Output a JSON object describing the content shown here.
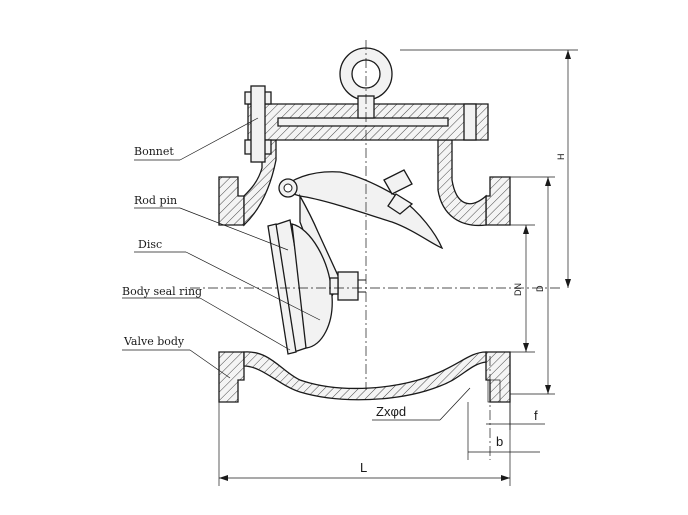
{
  "labels": {
    "bonnet": "Bonnet",
    "rod_pin": "Rod pin",
    "disc": "Disc",
    "body_seal_ring": "Body seal  ring",
    "valve_body": "Valve body"
  },
  "dimensions": {
    "H": "H",
    "D": "D",
    "DN": "DN",
    "L": "L",
    "f": "f",
    "b": "b",
    "zxd": "Zxφd"
  }
}
